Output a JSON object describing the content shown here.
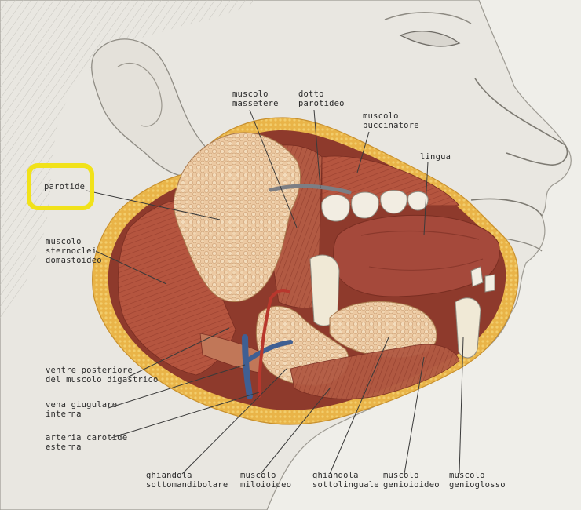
{
  "labels": {
    "parotide": "parotide",
    "muscolo_massetere": "muscolo\nmassetere",
    "dotto_parotideo": "dotto\nparotideo",
    "muscolo_buccinatore": "muscolo\nbuccinatore",
    "lingua": "lingua",
    "muscolo_sternocleidomastoideo": "muscolo\nsternoclei\ndomastoideo",
    "ventre_posteriore": "ventre posteriore\ndel muscolo digastrico",
    "vena_giugulare": "vena giugulare\ninterna",
    "arteria_carotide": "arteria carotide\nesterna",
    "ghiandola_sottomandibolare": "ghiandola\nsottomandibolare",
    "muscolo_miloioideo": "muscolo\nmiloioideo",
    "ghiandola_sottolinguale": "ghiandola\nsottolinguale",
    "muscolo_genioioideo": "muscolo\ngenioioideo",
    "muscolo_genioglosso": "muscolo\ngenioglosso"
  },
  "highlight": {
    "target": "parotide",
    "color": "#f1e21a"
  },
  "colors": {
    "background": "#efeee9",
    "skin": "#e9e7e1",
    "fat_border": "#e8b64a",
    "muscle": "#b5553f",
    "gland": "#ebc8a0",
    "tongue": "#a5493b",
    "vein": "#3f5f93",
    "artery": "#b8372d"
  }
}
